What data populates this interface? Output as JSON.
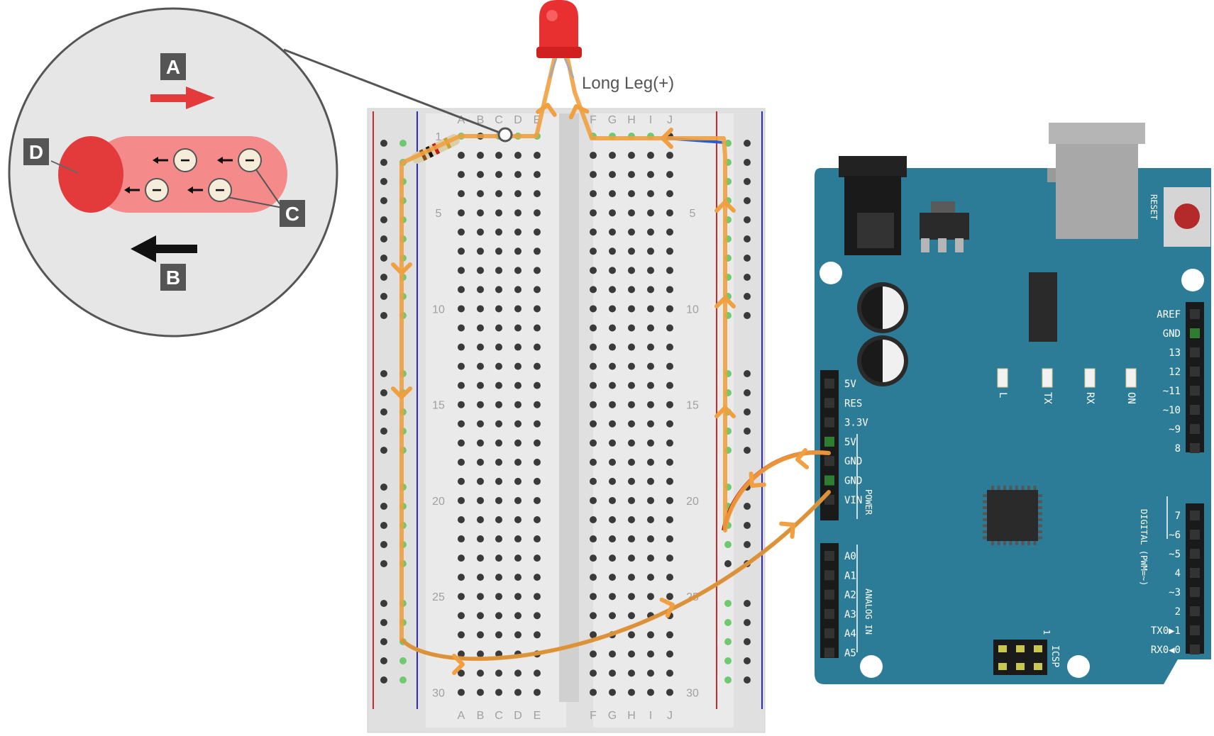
{
  "magnifier": {
    "label_a": "A",
    "label_b": "B",
    "label_c": "C",
    "label_d": "D",
    "electron_sign": "−"
  },
  "led": {
    "leg_label": "Long Leg(+)"
  },
  "breadboard": {
    "columns_left": [
      "A",
      "B",
      "C",
      "D",
      "E"
    ],
    "columns_right": [
      "F",
      "G",
      "H",
      "I",
      "J"
    ],
    "row_markers": [
      "1",
      "5",
      "10",
      "15",
      "20",
      "25",
      "30"
    ]
  },
  "arduino": {
    "reset_label": "RESET",
    "power_pins": [
      "5V",
      "RES",
      "3.3V",
      "5V",
      "GND",
      "GND",
      "VIN"
    ],
    "power_title": "POWER",
    "analog_pins": [
      "A0",
      "A1",
      "A2",
      "A3",
      "A4",
      "A5"
    ],
    "analog_title": "ANALOG IN",
    "digital_top": [
      "AREF",
      "GND",
      "13",
      "12",
      "~11",
      "~10",
      "~9",
      "8"
    ],
    "digital_bottom": [
      "7",
      "~6",
      "~5",
      "4",
      "~3",
      "2",
      "TX0▶1",
      "RX0◀0"
    ],
    "digital_title": "DIGITAL (PWM=~)",
    "leds": [
      "L",
      "TX",
      "RX",
      "ON"
    ],
    "icsp_label": "ICSP",
    "icsp_num": "1"
  },
  "colors": {
    "current_path": "#f0a040",
    "board": "#2c7c97",
    "electron_tube": "#f48a8a",
    "tube_end": "#e33b3b",
    "arrow_a": "#e33b3b",
    "arrow_b": "#111111"
  }
}
